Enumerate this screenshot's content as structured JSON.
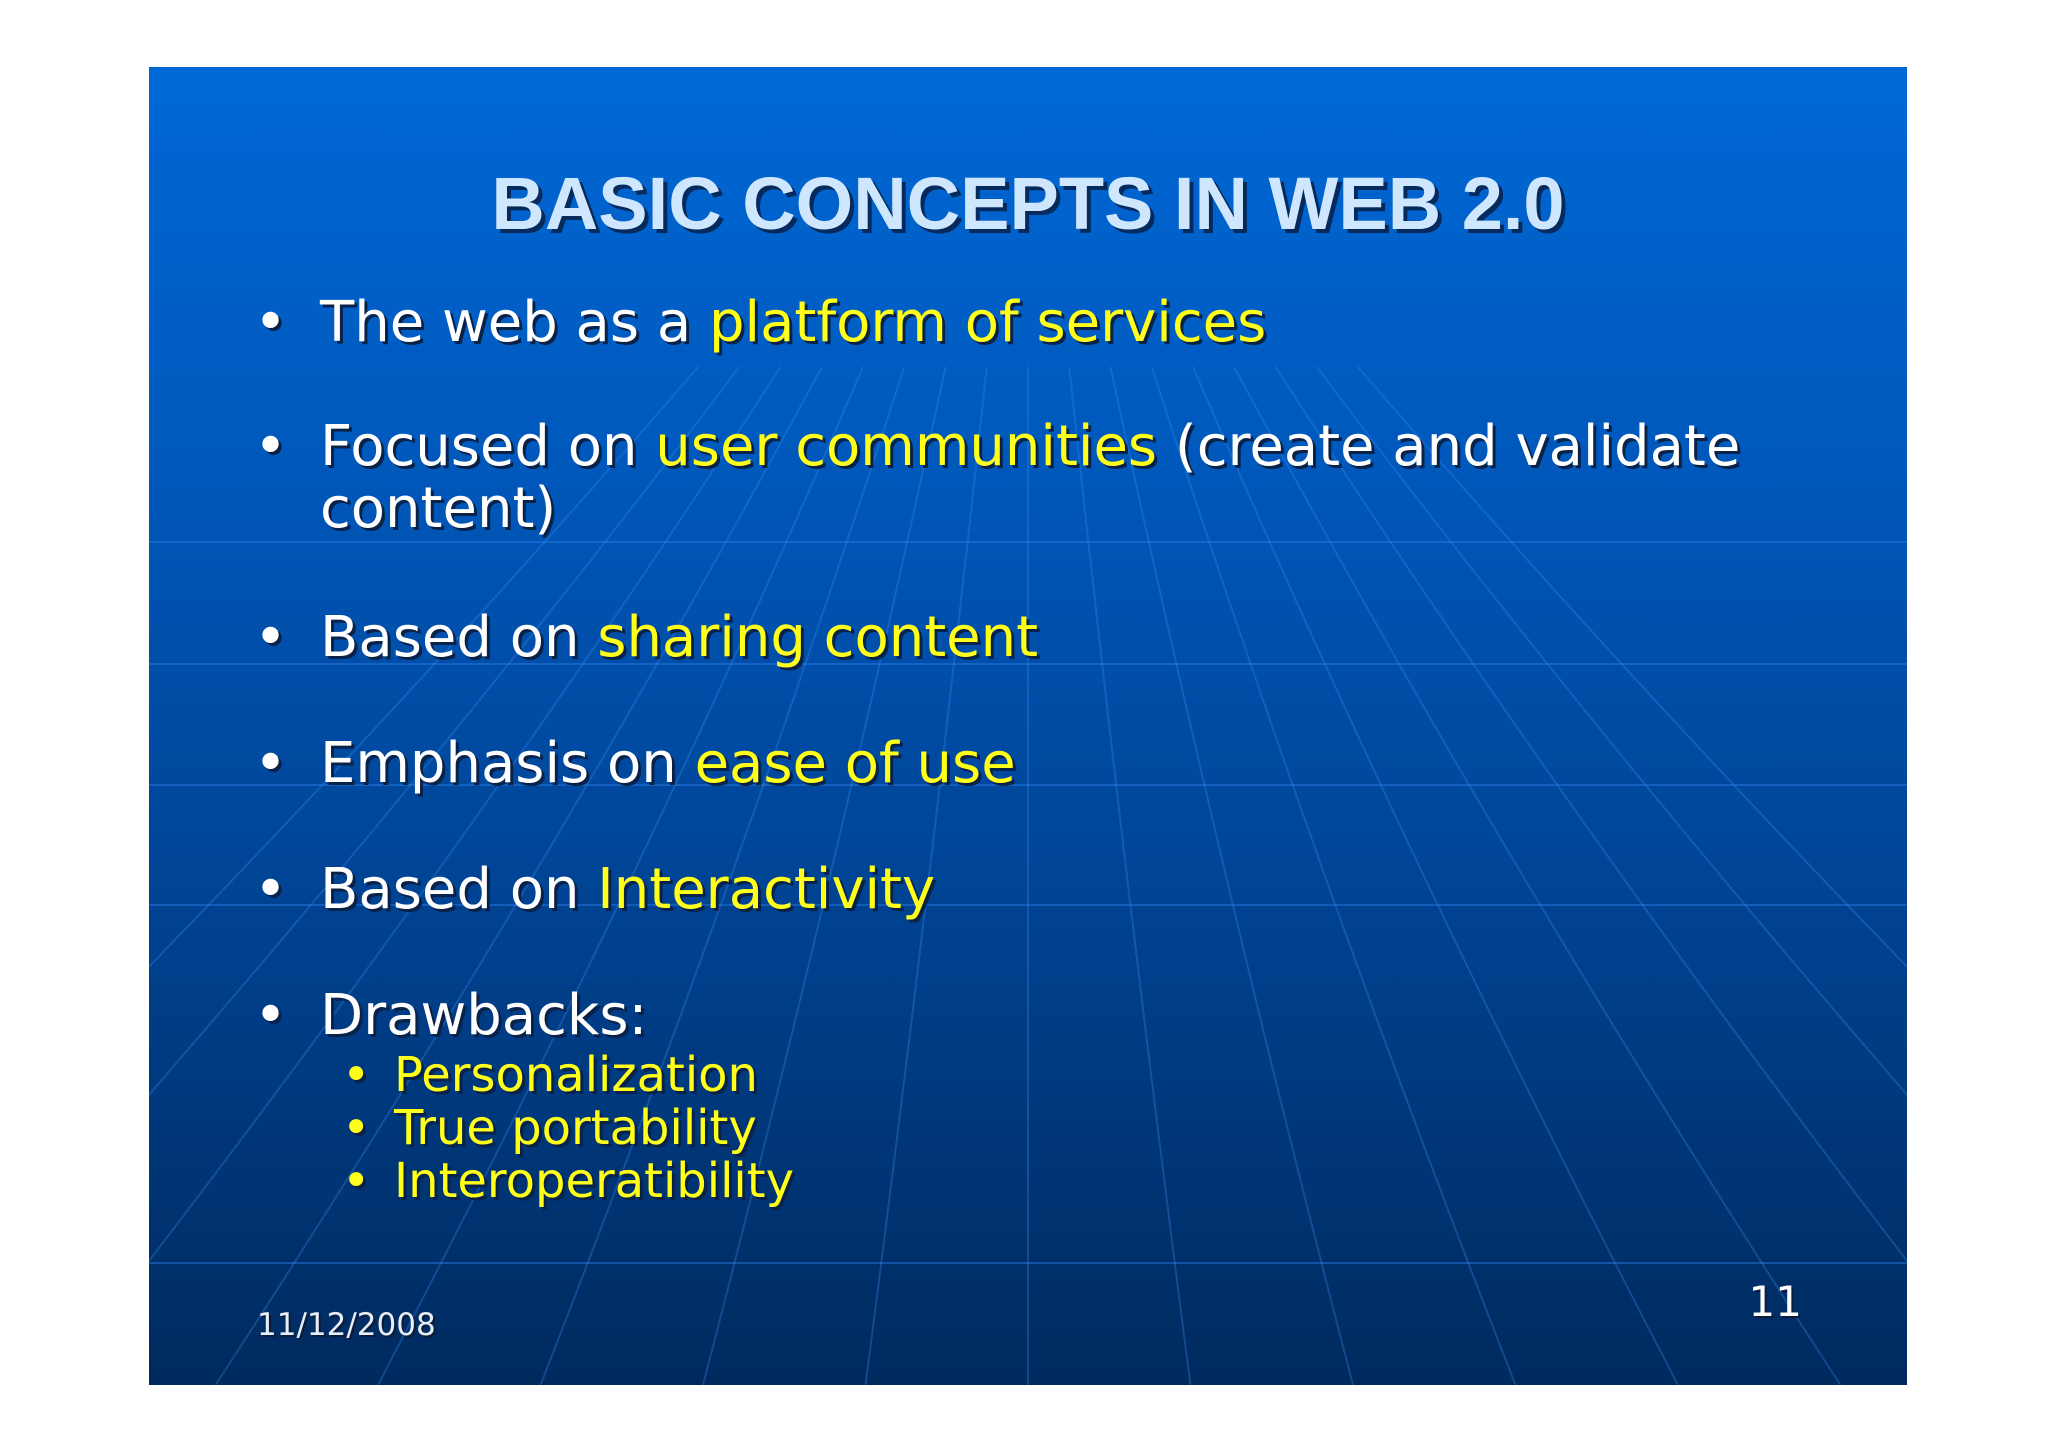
{
  "slide": {
    "title": "BASIC CONCEPTS IN WEB 2.0",
    "bullet_symbol": "•",
    "bullets": [
      {
        "plain": "The web as a ",
        "highlight": "platform of services",
        "after": ""
      },
      {
        "plain": "Focused on ",
        "highlight": "user communities",
        "after": " (create and validate content)"
      },
      {
        "plain": "Based on ",
        "highlight": "sharing content",
        "after": ""
      },
      {
        "plain": "Emphasis on ",
        "highlight": "ease of use",
        "after": ""
      },
      {
        "plain": "Based on ",
        "highlight": "Interactivity",
        "after": ""
      },
      {
        "plain": "Drawbacks:",
        "highlight": "",
        "after": ""
      }
    ],
    "sub_bullets": [
      "Personalization",
      "True portability",
      "Interoperatibility"
    ],
    "footer_date": "11/12/2008",
    "page_number": "11"
  },
  "colors": {
    "background_top": "#0068d6",
    "background_bottom": "#002a5e",
    "title": "#cfe6ff",
    "text": "#ffffff",
    "highlight": "#ffff1a"
  }
}
